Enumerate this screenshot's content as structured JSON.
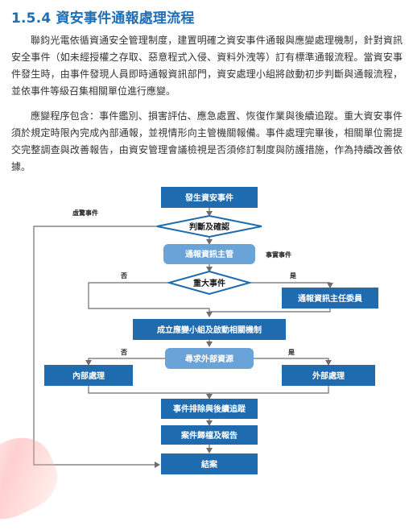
{
  "section": {
    "title": "1.5.4 資安事件通報處理流程",
    "paragraphs": [
      "聯鈞光電依循資通安全管理制度，建置明確之資安事件通報與應變處理機制，針對資訊安全事件（如未經授權之存取、惡意程式入侵、資料外洩等）訂有標準通報流程。當資安事件發生時，由事件發現人員即時通報資訊部門，資安處理小組將啟動初步判斷與通報流程，並依事件等級召集相關單位進行應變。",
      "應變程序包含：事件鑑別、損害評估、應急處置、恢復作業與後續追蹤。重大資安事件須於規定時限內完成內部通報，並視情形向主管機關報備。事件處理完畢後，相關單位需提交完整調查與改善報告，由資安管理會議檢視是否須修訂制度與防護措施，作為持續改善依據。"
    ]
  },
  "flowchart": {
    "start": "發生資安事件",
    "judge_confirm": "判斷及確認",
    "false_event": "虛驚事件",
    "notify_it_head": "通報資訊主管",
    "real_event": "事實事件",
    "major_event": "重大事件",
    "no": "否",
    "yes": "是",
    "notify_committee": "通報資訊主任委員",
    "form_team": "成立應變小組及啟動相關機制",
    "seek_external": "尋求外部資源",
    "internal": "內部處理",
    "external": "外部處理",
    "troubleshoot": "事件排除與後續追蹤",
    "archive_report": "案件歸檔及報告",
    "end": "結案"
  },
  "colors": {
    "heading": "#1f6fb5",
    "box_dark": "#1e6bb0",
    "box_light": "#6aa3d8",
    "line": "#6e6e6e"
  }
}
